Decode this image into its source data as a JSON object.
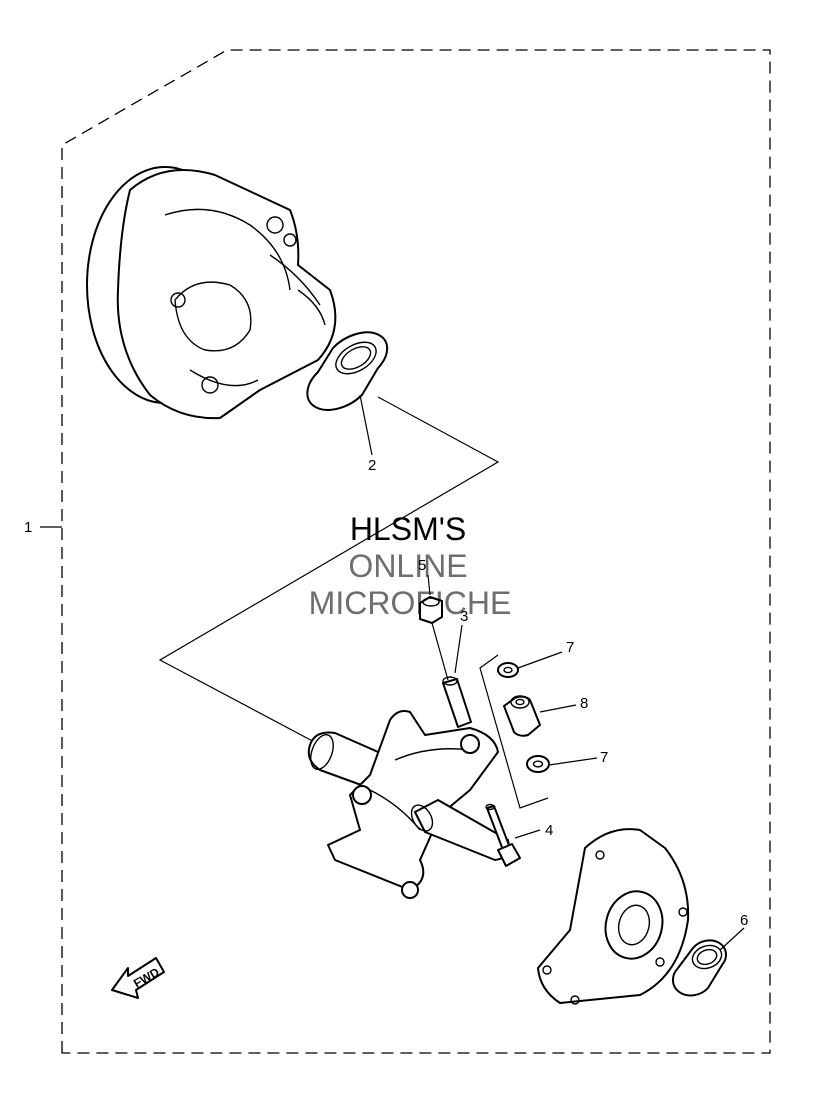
{
  "callouts": {
    "c1": "1",
    "c2": "2",
    "c3": "3",
    "c4": "4",
    "c5": "5",
    "c6": "6",
    "c7a": "7",
    "c7b": "7",
    "c8": "8"
  },
  "watermark": {
    "line1": "HLSM'S",
    "line2": "ONLINE",
    "line3": "MICROFICHE"
  },
  "direction_arrow": {
    "label": "FWD",
    "icon": "fwd-arrow-icon"
  },
  "colors": {
    "line": "#000000",
    "watermark_gray": "#6e6e6e",
    "background": "#ffffff"
  }
}
